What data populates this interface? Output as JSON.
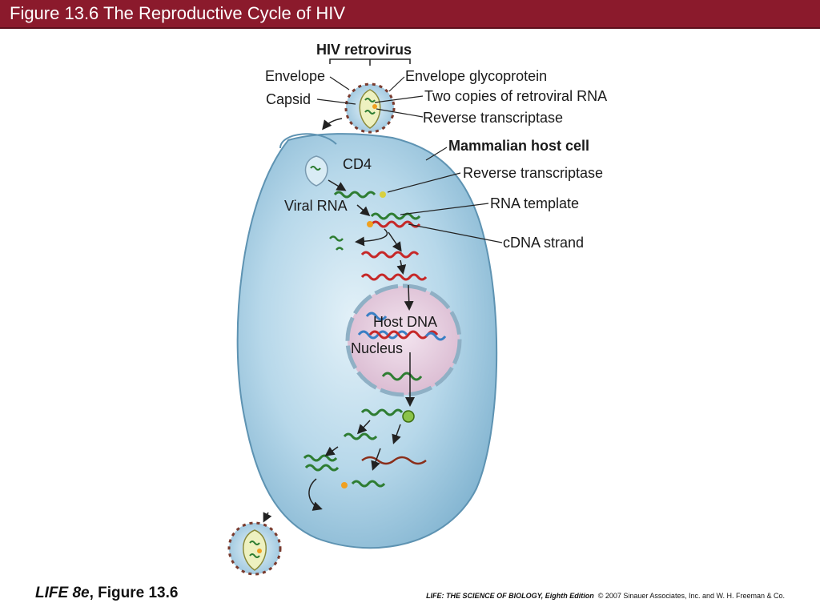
{
  "title": "Figure 13.6 The Reproductive Cycle of HIV",
  "labels": {
    "hiv_retrovirus": "HIV retrovirus",
    "envelope": "Envelope",
    "capsid": "Capsid",
    "envelope_glycoprotein": "Envelope glycoprotein",
    "two_copies_rna": "Two copies of retroviral RNA",
    "reverse_transcriptase_top": "Reverse transcriptase",
    "mammalian_host_cell": "Mammalian host cell",
    "cd4": "CD4",
    "reverse_transcriptase": "Reverse transcriptase",
    "viral_rna": "Viral RNA",
    "rna_template": "RNA template",
    "cdna_strand": "cDNA strand",
    "host_dna": "Host DNA",
    "nucleus": "Nucleus"
  },
  "footer": {
    "book": "LIFE 8e",
    "figure": ", Figure 13.6",
    "credit_title": "LIFE: THE SCIENCE OF BIOLOGY, Eighth Edition",
    "credit_rest": "© 2007 Sinauer Associates, Inc. and W. H. Freeman & Co."
  },
  "colors": {
    "title_bar": "#8b1a2c",
    "cell_fill": "#a9cde0",
    "nucleus_fill": "#e6cfe0",
    "rna_green": "#2e7d32",
    "cdna_red": "#c62828",
    "host_dna_blue": "#3a7fc4"
  }
}
